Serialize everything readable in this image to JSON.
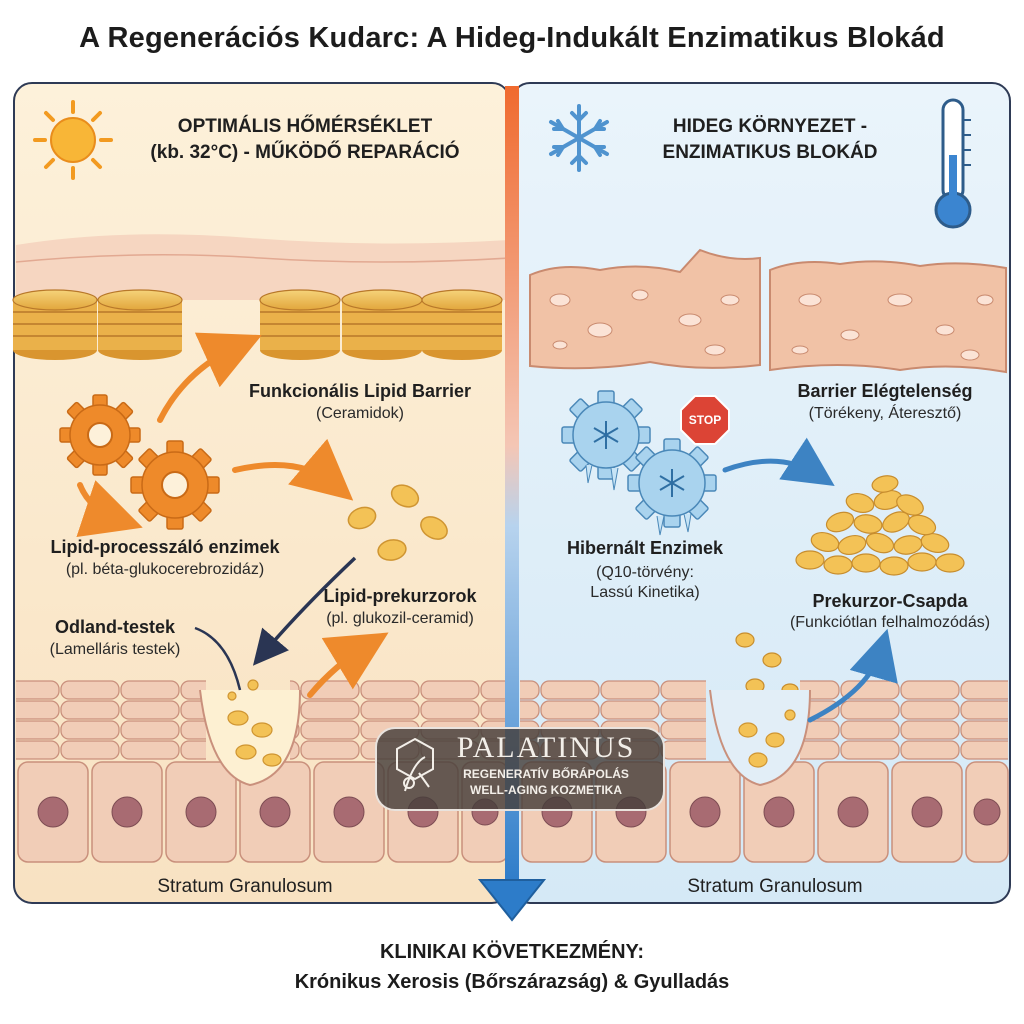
{
  "title": "A Regenerációs Kudarc: A Hideg-Indukált Enzimatikus Blokád",
  "left_panel": {
    "heading": "OPTIMÁLIS HŐMÉRSÉKLET\n(kb. 32°C) - MŰKÖDŐ REPARÁCIÓ",
    "barrier_label": "Funkcionális Lipid Barrier",
    "barrier_sub": "(Ceramidok)",
    "enzymes_label": "Lipid-processzáló enzimek",
    "enzymes_sub": "(pl. béta-glukocerebrozidáz)",
    "precursors_label": "Lipid-prekurzorok",
    "precursors_sub": "(pl. glukozil-ceramid)",
    "odland_label": "Odland-testek",
    "odland_sub": "(Lamelláris testek)",
    "stratum": "Stratum Granulosum",
    "bg_color": "#fbe8c8"
  },
  "right_panel": {
    "heading": "HIDEG KÖRNYEZET -\nENZIMATIKUS BLOKÁD",
    "barrier_label": "Barrier Elégtelenség",
    "barrier_sub": "(Törékeny, Áteresztő)",
    "enzymes_label": "Hibernált Enzimek",
    "enzymes_sub": "(Q10-törvény:\nLassú Kinetika)",
    "trap_label": "Prekurzor-Csapda",
    "trap_sub": "(Funkciótlan felhalmozódás)",
    "stop_sign": "STOP",
    "stratum": "Stratum Granulosum",
    "bg_color": "#dfeef8"
  },
  "logo": {
    "name": "PALATINUS",
    "line1": "REGENERATÍV BŐRÁPOLÁS",
    "line2": "WELL-AGING KOZMETIKA"
  },
  "clinical": {
    "line1": "KLINIKAI KÖVETKEZMÉNY:",
    "line2": "Krónikus Xerosis (Bőrszárazság) & Gyulladás"
  },
  "colors": {
    "warm_arrow": "#ee8a2c",
    "cold_arrow": "#3d83c3",
    "gear": "#ee8a2a",
    "ice": "#a9d3ee",
    "lipid": "#f3c256",
    "cell": "#efc9b4",
    "nucleus": "#a86b72",
    "stop": "#dc4435",
    "divider_top": "#f06a2e",
    "divider_bottom": "#2d7cc9"
  },
  "icons": [
    "sun-icon",
    "snowflake-icon",
    "thermometer-icon",
    "gear-icon",
    "frozen-gear-icon",
    "stop-sign-icon"
  ]
}
